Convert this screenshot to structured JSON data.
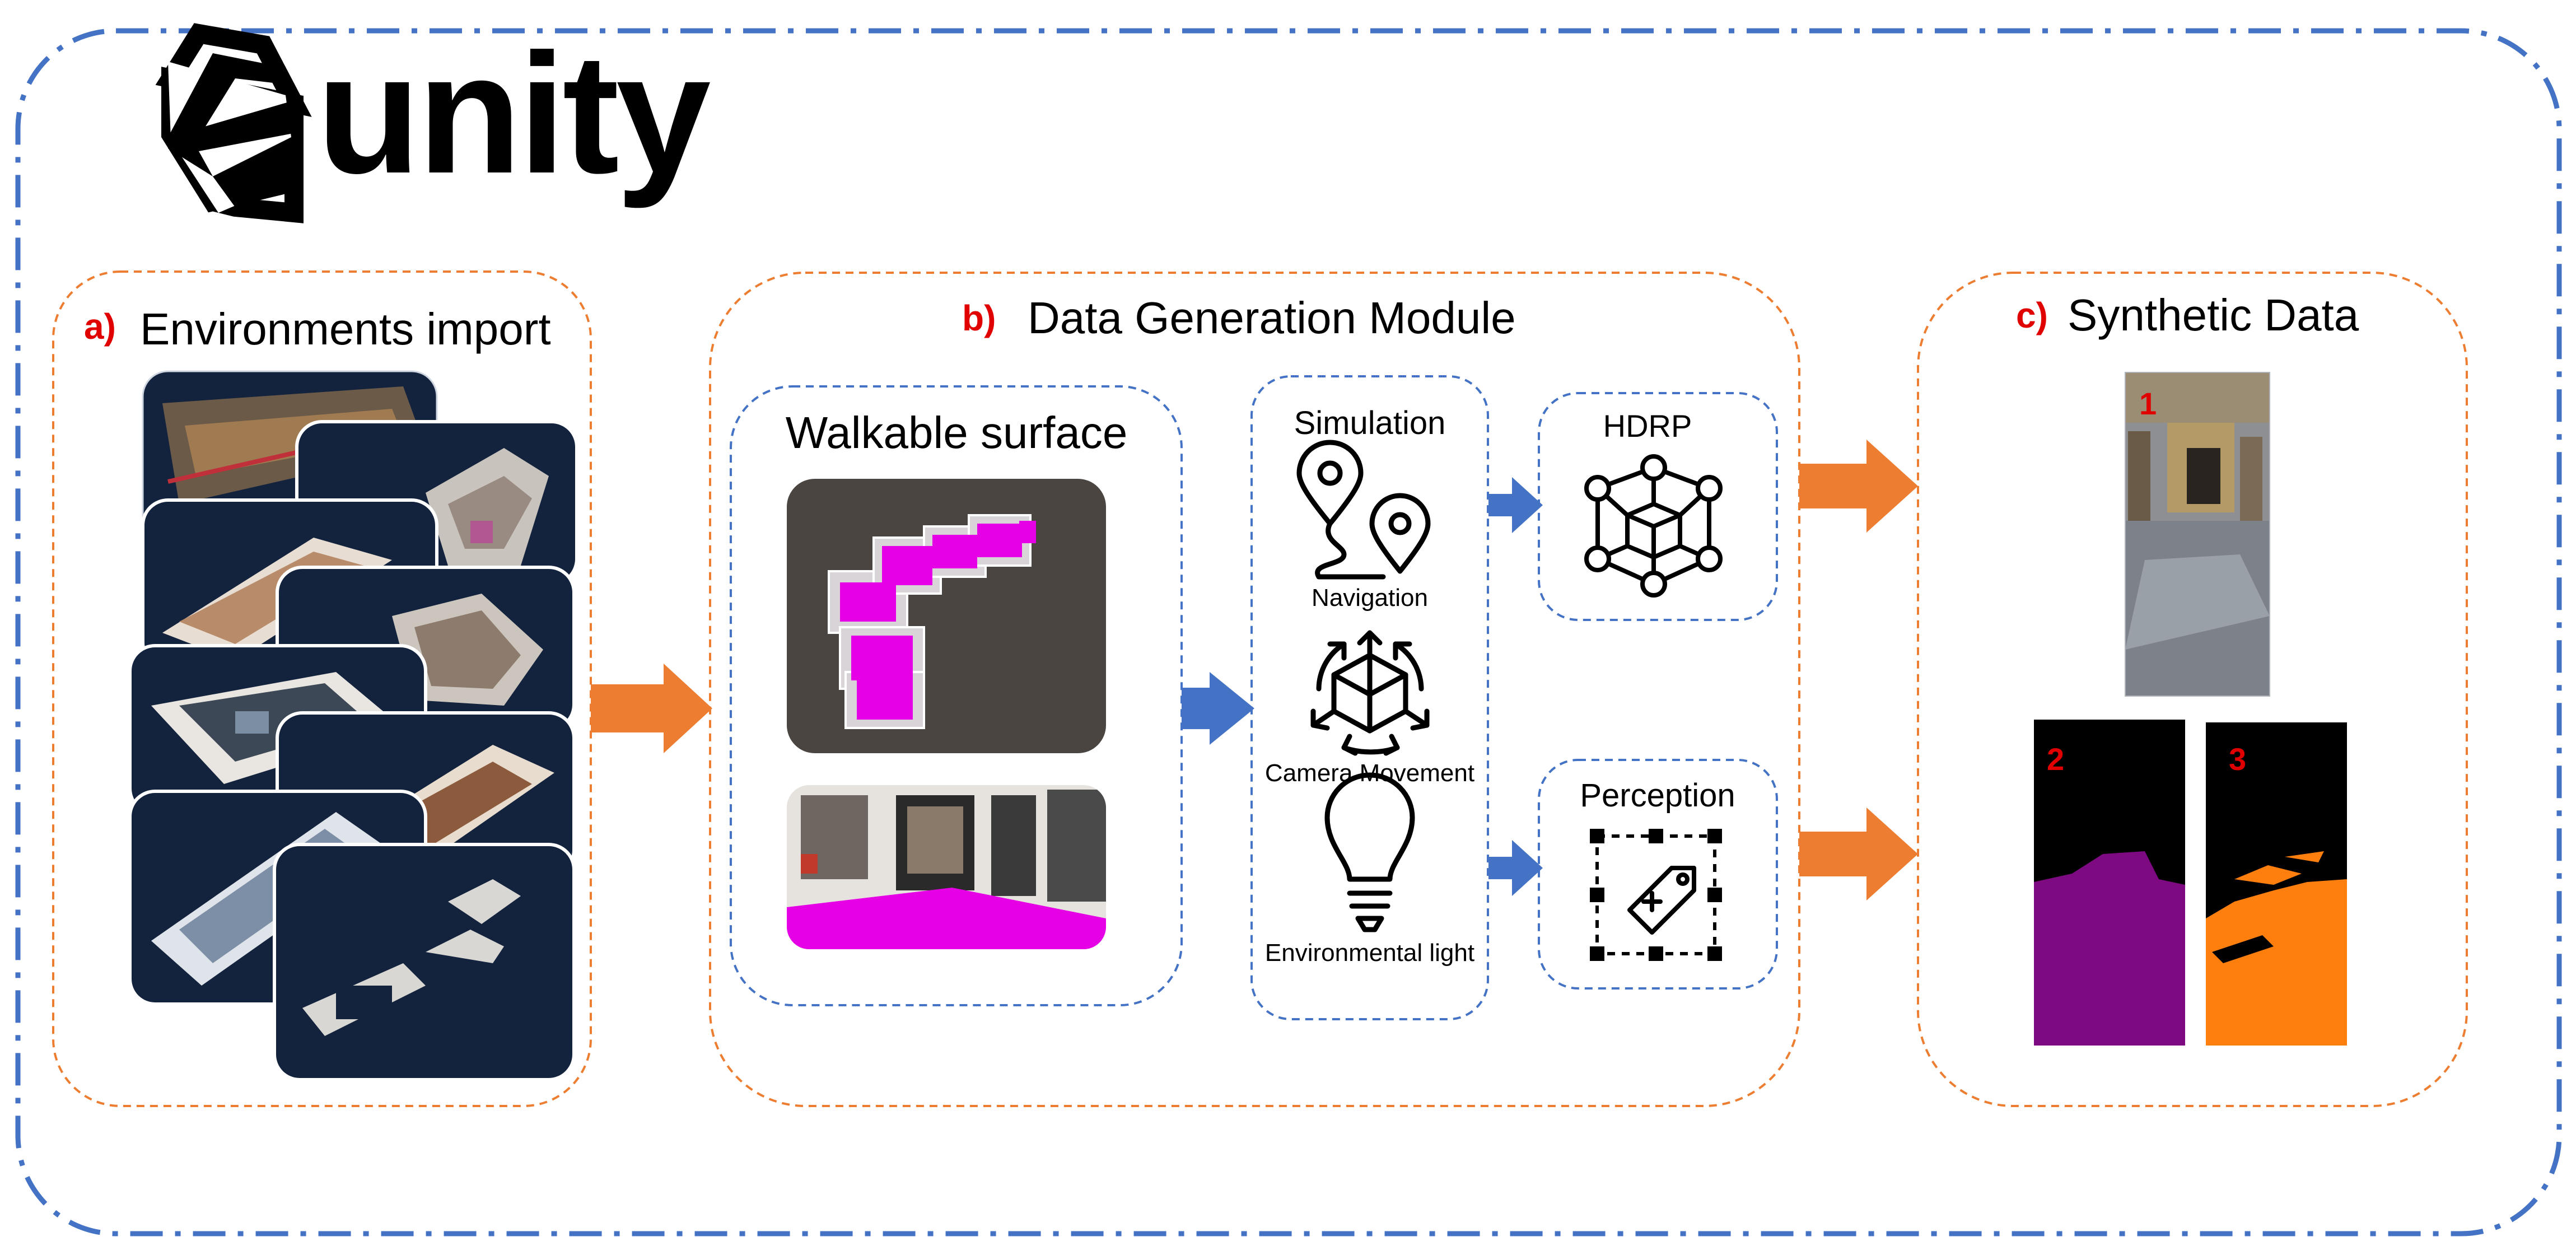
{
  "logo": {
    "word": "unity"
  },
  "panels": {
    "a": {
      "letter": "a)",
      "title": "Environments import"
    },
    "b": {
      "letter": "b)",
      "title": "Data Generation Module"
    },
    "c": {
      "letter": "c)",
      "title": "Synthetic Data"
    }
  },
  "walkable": {
    "title": "Walkable surface"
  },
  "simulation": {
    "title": "Simulation",
    "items": [
      {
        "label": "Navigation",
        "icon": "navigation-pins-icon"
      },
      {
        "label": "Camera Movement",
        "icon": "camera-movement-cube-icon"
      },
      {
        "label": "Environmental light",
        "icon": "lightbulb-icon"
      }
    ]
  },
  "outputs": {
    "hdrp": {
      "title": "HDRP",
      "icon": "wireframe-cube-icon"
    },
    "perception": {
      "title": "Perception",
      "icon": "bounding-box-tag-icon"
    }
  },
  "synthetic": {
    "items": [
      {
        "number": "1",
        "kind": "rgb-image"
      },
      {
        "number": "2",
        "kind": "segmentation-purple",
        "color": "#7e0a82"
      },
      {
        "number": "3",
        "kind": "segmentation-orange",
        "color": "#ff7f0e"
      }
    ]
  },
  "colors": {
    "outer_border": "#4472c4",
    "panel_border": "#ed7d31",
    "inner_border": "#4472c4",
    "big_arrow": "#ed7d31",
    "small_arrow": "#4472c4",
    "letter_red": "#e00000",
    "walkable_magenta": "#e600e6",
    "thumb_bg": "#13233d"
  }
}
